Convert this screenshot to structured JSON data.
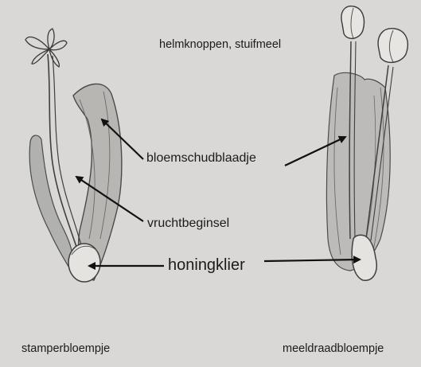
{
  "labels": {
    "anthers": "helmknoppen, stuifmeel",
    "bract": "bloemschudblaadje",
    "ovary": "vruchtbeginsel",
    "nectary": "honingklier",
    "female_flower": "stamperbloempje",
    "male_flower": "meeldraadbloempje"
  },
  "colors": {
    "paper": "#d9d8d6",
    "ink": "#1b1b1b",
    "pencil": "#4a4a4a",
    "shading": "#8a8a8a"
  }
}
